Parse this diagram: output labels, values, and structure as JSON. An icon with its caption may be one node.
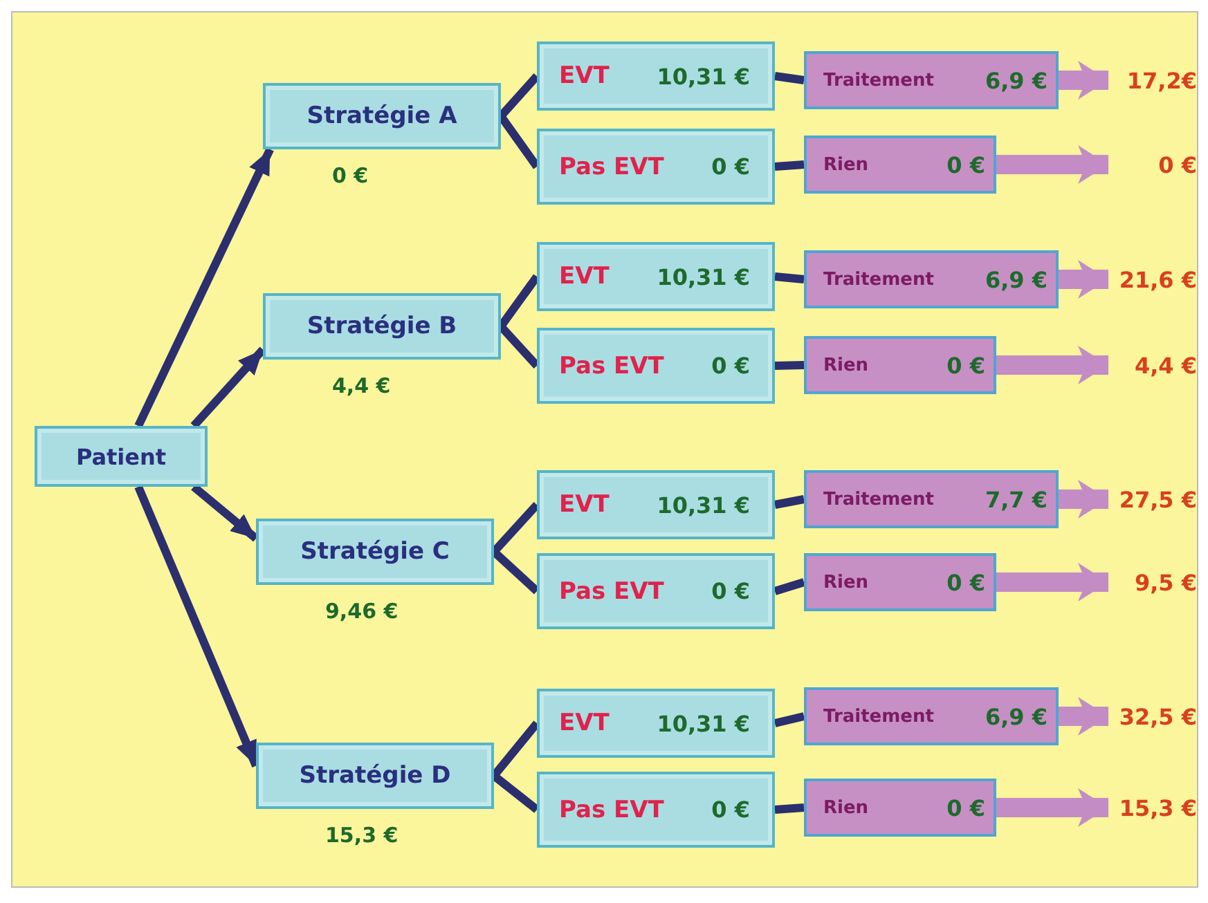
{
  "diagram": {
    "nodes": [
      {
        "text": [
          "Patient"
        ]
      },
      {
        "text": [
          "Stratégie A"
        ],
        "beside": [
          "0 €"
        ]
      },
      {
        "text": [
          "EVT",
          "10,31 €"
        ]
      },
      {
        "text": [
          "Pas EVT",
          "0 €"
        ]
      },
      {
        "text": [
          "Traitement",
          "6,9 €"
        ]
      },
      {
        "text": [
          "Rien",
          "0 €"
        ]
      },
      {
        "text": [
          "17,2€"
        ]
      },
      {
        "text": [
          "0 €"
        ]
      },
      {
        "text": [
          "Stratégie B"
        ],
        "beside": [
          "4,4 €"
        ]
      },
      {
        "text": [
          "EVT",
          "10,31 €"
        ]
      },
      {
        "text": [
          "Pas EVT",
          "0 €"
        ]
      },
      {
        "text": [
          "Traitement",
          "6,9 €"
        ]
      },
      {
        "text": [
          "Rien",
          "0 €"
        ]
      },
      {
        "text": [
          "21,6 €"
        ]
      },
      {
        "text": [
          "4,4 €"
        ]
      },
      {
        "text": [
          "Stratégie C"
        ],
        "beside": [
          "9,46 €"
        ]
      },
      {
        "text": [
          "EVT",
          "10,31 €"
        ]
      },
      {
        "text": [
          "Pas EVT",
          "0 €"
        ]
      },
      {
        "text": [
          "Traitement",
          "7,7 €"
        ]
      },
      {
        "text": [
          "Rien",
          "0 €"
        ]
      },
      {
        "text": [
          "27,5 €"
        ]
      },
      {
        "text": [
          "9,5 €"
        ]
      },
      {
        "text": [
          "Stratégie D"
        ],
        "beside": [
          "15,3 €"
        ]
      },
      {
        "text": [
          "EVT",
          "10,31 €"
        ]
      },
      {
        "text": [
          "Pas EVT",
          "0 €"
        ]
      },
      {
        "text": [
          "Traitement",
          "6,9 €"
        ]
      },
      {
        "text": [
          "Rien",
          "0 €"
        ]
      },
      {
        "text": [
          "32,5 €"
        ]
      },
      {
        "text": [
          "15,3 €"
        ]
      }
    ],
    "edges": [
      {
        "from": 0,
        "to": 1,
        "arrow": "to"
      },
      {
        "from": 1,
        "to": 2,
        "arrow": "none"
      },
      {
        "from": 1,
        "to": 3,
        "arrow": "none"
      },
      {
        "from": 2,
        "to": 4,
        "arrow": "none"
      },
      {
        "from": 3,
        "to": 5,
        "arrow": "none"
      },
      {
        "from": 4,
        "to": 6,
        "arrow": "to",
        "style": "thick",
        "color": "#c48cc4"
      },
      {
        "from": 5,
        "to": 7,
        "arrow": "to",
        "style": "thick",
        "color": "#c48cc4"
      },
      {
        "from": 0,
        "to": 8,
        "arrow": "to"
      },
      {
        "from": 8,
        "to": 9,
        "arrow": "none"
      },
      {
        "from": 8,
        "to": 10,
        "arrow": "none"
      },
      {
        "from": 9,
        "to": 11,
        "arrow": "none"
      },
      {
        "from": 10,
        "to": 12,
        "arrow": "none"
      },
      {
        "from": 11,
        "to": 13,
        "arrow": "to",
        "style": "thick",
        "color": "#c48cc4"
      },
      {
        "from": 12,
        "to": 14,
        "arrow": "to",
        "style": "thick",
        "color": "#c48cc4"
      },
      {
        "from": 0,
        "to": 15,
        "arrow": "to"
      },
      {
        "from": 15,
        "to": 16,
        "arrow": "none"
      },
      {
        "from": 15,
        "to": 17,
        "arrow": "none"
      },
      {
        "from": 16,
        "to": 18,
        "arrow": "none"
      },
      {
        "from": 17,
        "to": 19,
        "arrow": "none"
      },
      {
        "from": 18,
        "to": 20,
        "arrow": "to",
        "style": "thick",
        "color": "#c48cc4"
      },
      {
        "from": 19,
        "to": 21,
        "arrow": "to",
        "style": "thick",
        "color": "#c48cc4"
      },
      {
        "from": 0,
        "to": 22,
        "arrow": "to"
      },
      {
        "from": 22,
        "to": 23,
        "arrow": "none"
      },
      {
        "from": 22,
        "to": 24,
        "arrow": "none"
      },
      {
        "from": 23,
        "to": 25,
        "arrow": "none"
      },
      {
        "from": 24,
        "to": 26,
        "arrow": "none"
      },
      {
        "from": 25,
        "to": 27,
        "arrow": "to",
        "style": "thick",
        "color": "#c48cc4"
      },
      {
        "from": 26,
        "to": 28,
        "arrow": "to",
        "style": "thick",
        "color": "#c48cc4"
      }
    ]
  }
}
